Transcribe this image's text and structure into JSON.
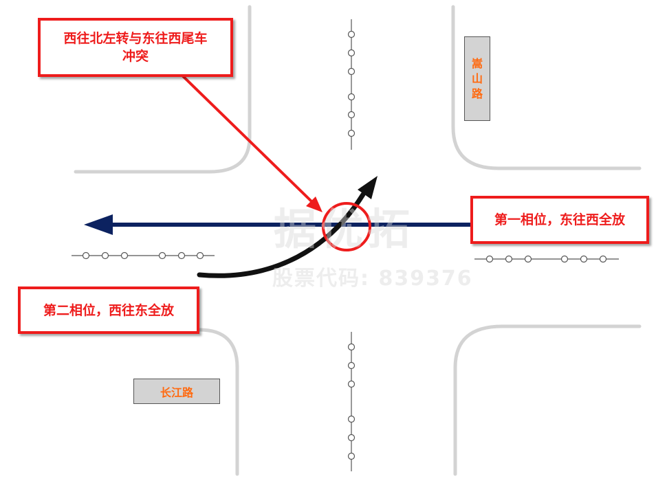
{
  "callouts": {
    "conflict_line1": "西往北左转与东往西尾车",
    "conflict_line2": "冲突",
    "phase1": "第一相位，东往西全放",
    "phase2": "第二相位，西往东全放"
  },
  "roads": {
    "north_south": [
      "嵩",
      "山",
      "路"
    ],
    "east_west": "长江路"
  },
  "watermark": {
    "main": "据优拓",
    "sub": "股票代码: 839376"
  },
  "colors": {
    "callout_red": "#ee1c1c",
    "road_gray": "#d3d3d3",
    "eastwest_flow": "#0c2260",
    "westleft_flow": "#111111",
    "road_name_orange": "#ff6a10"
  }
}
